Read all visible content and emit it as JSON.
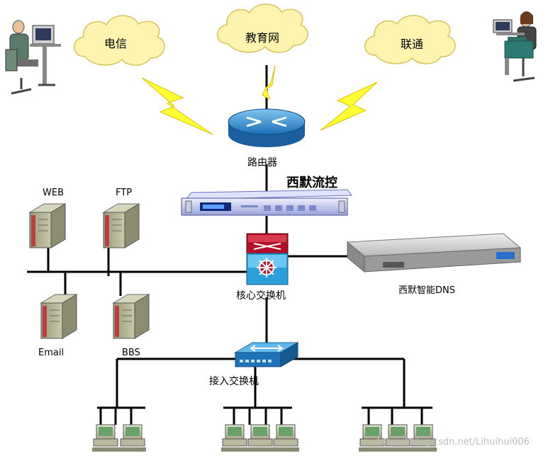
{
  "clouds": {
    "telecom": "电信",
    "education": "教育网",
    "unicom": "联通"
  },
  "labels": {
    "router": "路由器",
    "flow_control": "西默流控",
    "core_switch": "核心交换机",
    "smart_dns": "西默智能DNS",
    "access_switch": "接入交换机",
    "web": "WEB",
    "ftp": "FTP",
    "email": "Email",
    "bbs": "BBS"
  },
  "watermark": "https://blog.csdn.net/Lihuihui006"
}
